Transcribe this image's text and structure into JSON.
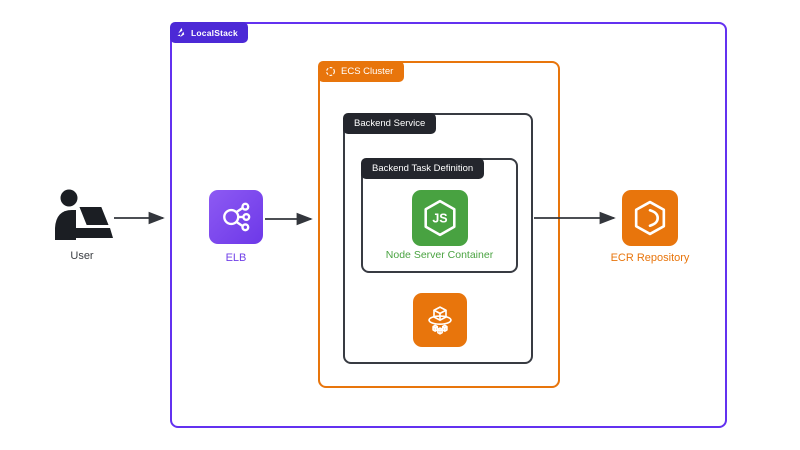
{
  "diagram": {
    "title_context": "LocalStack ECS architecture diagram",
    "containers": {
      "localstack": {
        "label": "LocalStack",
        "border_color": "#6331f0",
        "tab_color": "#4c29d6"
      },
      "ecs_cluster": {
        "label": "ECS Cluster",
        "border_color": "#e8750c",
        "tab_color": "#e8750c"
      },
      "backend_service": {
        "label": "Backend Service",
        "border_color": "#383b42",
        "tab_color": "#24262d"
      },
      "backend_task_definition": {
        "label": "Backend Task Definition",
        "border_color": "#383b42",
        "tab_color": "#24262d"
      }
    },
    "nodes": {
      "user": {
        "label": "User",
        "label_color": "#3a3d42",
        "icon": "person-at-laptop-icon",
        "icon_color": "#1b1e23"
      },
      "elb": {
        "label": "ELB",
        "label_color": "#7040e8",
        "icon": "load-balancer-icon",
        "icon_bg": "#7b49ec"
      },
      "node_server_container": {
        "label": "Node Server Container",
        "label_color": "#4aa341",
        "icon": "nodejs-icon",
        "icon_bg": "#48a241"
      },
      "ecs_service": {
        "label": "",
        "icon": "ecs-containers-icon",
        "icon_bg": "#e8750c"
      },
      "ecr_repository": {
        "label": "ECR Repository",
        "label_color": "#e8750c",
        "icon": "ecr-registry-icon",
        "icon_bg": "#e8750c"
      }
    },
    "arrows": {
      "color": "#33363c",
      "connections": [
        "User -> LocalStack/ELB",
        "ELB -> ECS Cluster",
        "Backend Service -> ECR Repository"
      ]
    }
  }
}
